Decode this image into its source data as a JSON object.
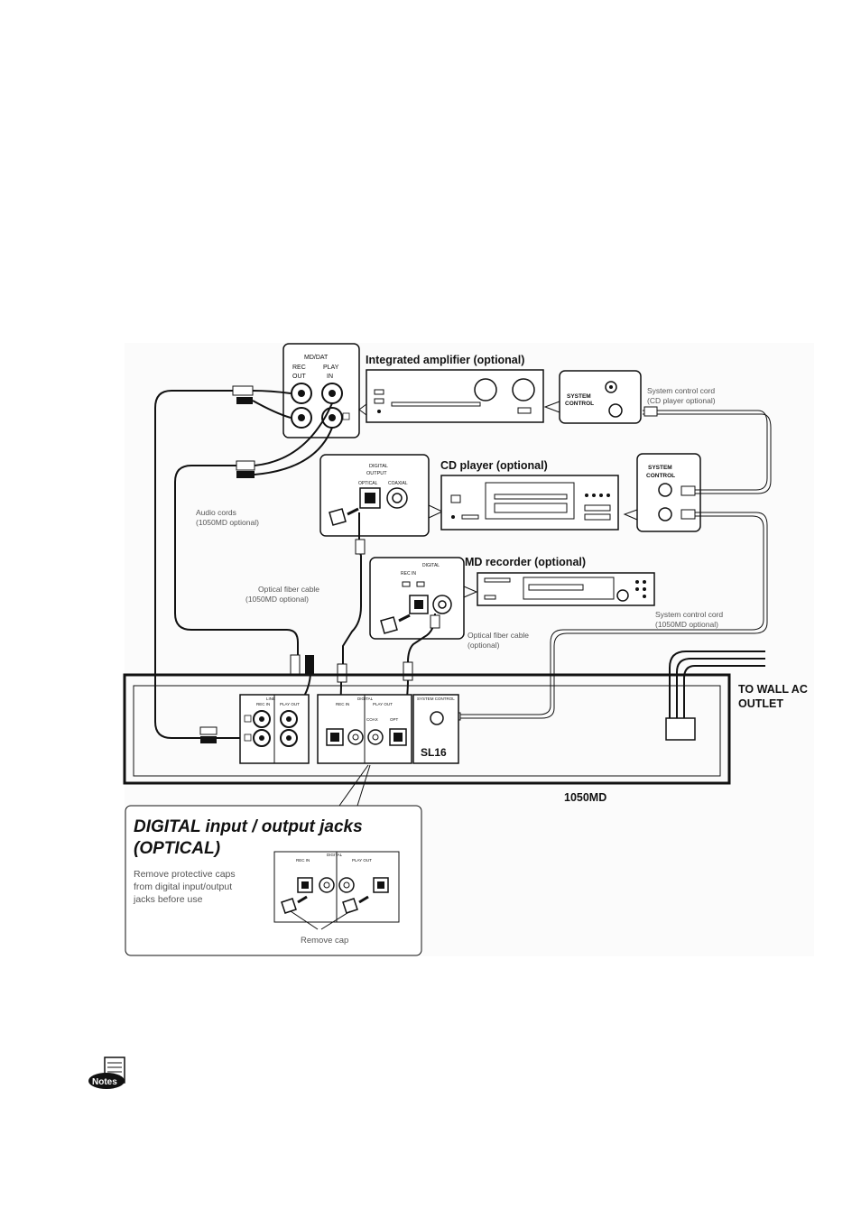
{
  "panels": {
    "md_dat": {
      "title": "MD/DAT",
      "rec": "REC",
      "out": "OUT",
      "play": "PLAY",
      "in": "IN"
    },
    "cd_digital": {
      "title1": "DIGITAL",
      "title2": "OUTPUT",
      "optical": "OPTICAL",
      "coaxial": "COAXIAL"
    },
    "system_control": "SYSTEM",
    "system_control_2": "CONTROL"
  },
  "devices": {
    "amplifier": "Integrated amplifier  (optional)",
    "cd_player": "CD player  (optional)",
    "md_recorder": "MD recorder (optional)",
    "main_unit": "1050MD"
  },
  "labels": {
    "system_cord_top_1": "System control cord",
    "system_cord_top_2": "(CD player optional)",
    "audio_cords_1": "Audio cords",
    "audio_cords_2": "(1050MD optional)",
    "optical_cable_1_1": "Optical fiber cable",
    "optical_cable_1_2": "(1050MD optional)",
    "optical_cable_2_1": "Optical fiber cable",
    "optical_cable_2_2": "(optional)",
    "system_cord_bottom_1": "System control cord",
    "system_cord_bottom_2": "(1050MD optional)",
    "wall_1": "TO WALL AC",
    "wall_2": "OUTLET"
  },
  "rear_panel": {
    "line": "LINE",
    "rec_in": "REC IN",
    "play_out": "PLAY OUT",
    "digital": "DIGITAL",
    "system_control": "SYSTEM CONTROL",
    "coax": "COAX",
    "opt": "OPT",
    "logo": "SL16"
  },
  "inset": {
    "title_1": "DIGITAL input / output jacks",
    "title_2": "(OPTICAL)",
    "desc_1": "Remove protective caps",
    "desc_2": "from digital input/output",
    "desc_3": "jacks before use",
    "caption": "Remove cap",
    "digital": "DIGITAL",
    "rec_in": "REC IN",
    "play_out": "PLAY OUT"
  },
  "notes_icon": "Notes"
}
